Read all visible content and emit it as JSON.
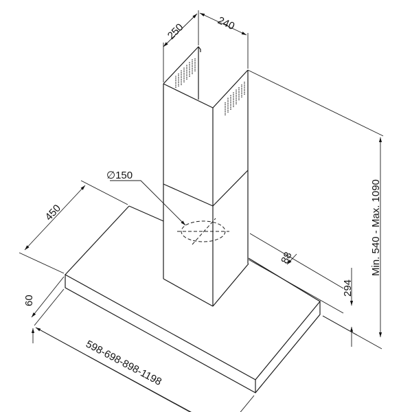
{
  "diagram": {
    "title": "Chimney hood dimensions",
    "dimensions": {
      "chimney_depth": "250",
      "chimney_width": "240",
      "outlet_diameter": "∅150",
      "hood_depth": "450",
      "hood_thickness": "60",
      "hood_width": "598-698-898-1198",
      "outlet_offset": "88",
      "outlet_height": "294",
      "total_height": "Min. 540 - Max. 1090"
    },
    "colors": {
      "line": "#1a1a1a",
      "background": "#ffffff"
    }
  }
}
